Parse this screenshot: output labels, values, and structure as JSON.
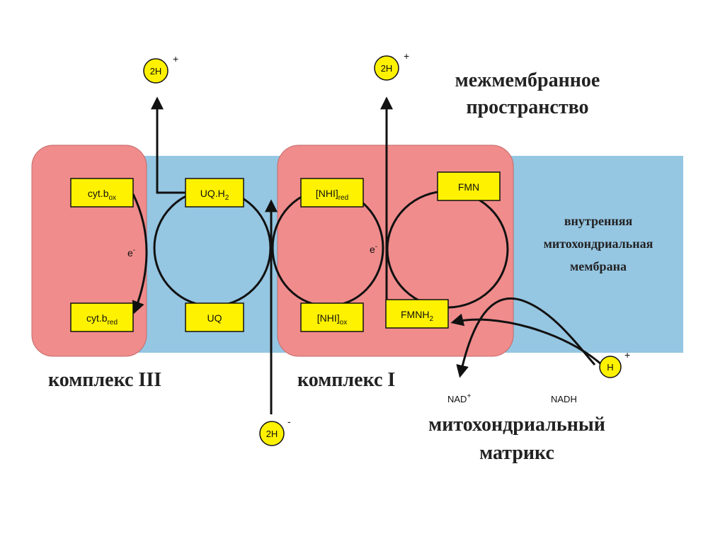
{
  "colors": {
    "membrane": "#95C6E2",
    "complex_fill": "#F08C8C",
    "box_fill": "#FFF200",
    "ink": "#111111"
  },
  "complexes": {
    "iii_label": "комплекс III",
    "i_label": "комплекс I"
  },
  "boxes": {
    "cyt_b_ox": {
      "main": "cyt.b",
      "sub": "ox"
    },
    "cyt_b_red": {
      "main": "cyt.b",
      "sub": "red"
    },
    "uqh2": {
      "main": "UQ.H",
      "sub": "2"
    },
    "uq": {
      "main": "UQ"
    },
    "nhi_red": {
      "main": "[NHI]",
      "sub": "red"
    },
    "nhi_ox": {
      "main": "[NHI]",
      "sub": "ox"
    },
    "fmn": {
      "main": "FMN"
    },
    "fmnh2": {
      "main": "FMNH",
      "sub": "2"
    }
  },
  "electrons": {
    "left": {
      "main": "e",
      "sup": "-"
    },
    "right": {
      "main": "e",
      "sup": "-"
    }
  },
  "protons": {
    "top_left": {
      "main": "2H",
      "sup": "+"
    },
    "top_right": {
      "main": "2H",
      "sup": "+"
    },
    "bottom": {
      "main": "2H",
      "sup": "-"
    },
    "h_right": {
      "main": "H",
      "sup": "+"
    }
  },
  "nad": {
    "nad_plus": {
      "main": "NAD",
      "sup": "+"
    },
    "nadh": "NADH"
  },
  "regions": {
    "intermembrane": [
      "межмембранное",
      "пространство"
    ],
    "inner_membrane": [
      "внутренняя",
      "митохондриальная",
      "мембрана"
    ],
    "matrix": [
      "митохондриальный",
      "матрикс"
    ]
  }
}
